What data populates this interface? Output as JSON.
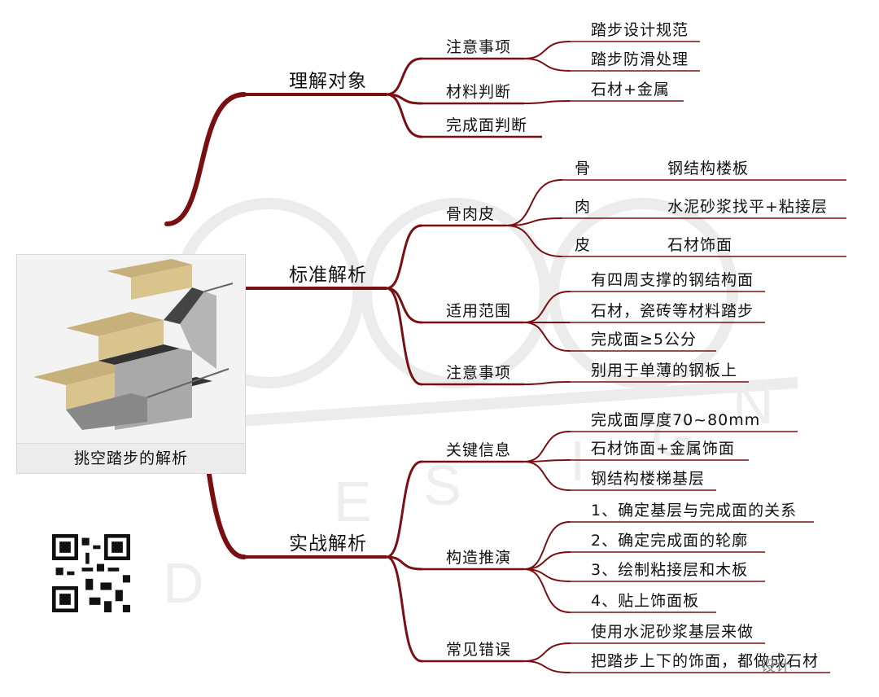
{
  "image_caption": "挑空踏步的解析",
  "watermark": "设计",
  "branches": [
    {
      "label": "理解对象",
      "children": [
        {
          "label": "注意事项",
          "items": [
            "踏步设计规范",
            "踏步防滑处理"
          ]
        },
        {
          "label": "材料判断",
          "items": [
            "石材+金属"
          ]
        },
        {
          "label": "完成面判断",
          "items": []
        }
      ]
    },
    {
      "label": "标准解析",
      "children": [
        {
          "label": "骨肉皮",
          "pairs": [
            {
              "key": "骨",
              "value": "钢结构楼板"
            },
            {
              "key": "肉",
              "value": "水泥砂浆找平+粘接层"
            },
            {
              "key": "皮",
              "value": "石材饰面"
            }
          ]
        },
        {
          "label": "适用范围",
          "items": [
            "有四周支撑的钢结构面",
            "石材，瓷砖等材料踏步",
            "完成面≥5公分"
          ]
        },
        {
          "label": "注意事项",
          "items": [
            "别用于单薄的钢板上"
          ]
        }
      ]
    },
    {
      "label": "实战解析",
      "children": [
        {
          "label": "关键信息",
          "items": [
            "完成面厚度70~80mm",
            "石材饰面+金属饰面",
            "钢结构楼梯基层"
          ]
        },
        {
          "label": "构造推演",
          "items": [
            "1、确定基层与完成面的关系",
            "2、确定完成面的轮廓",
            "3、绘制粘接层和木板",
            "4、贴上饰面板"
          ]
        },
        {
          "label": "常见错误",
          "items": [
            "使用水泥砂浆基层来做",
            "把踏步上下的饰面，都做成石材"
          ]
        }
      ]
    }
  ],
  "colors": {
    "branch": "#7a0f12",
    "text": "#111111"
  }
}
